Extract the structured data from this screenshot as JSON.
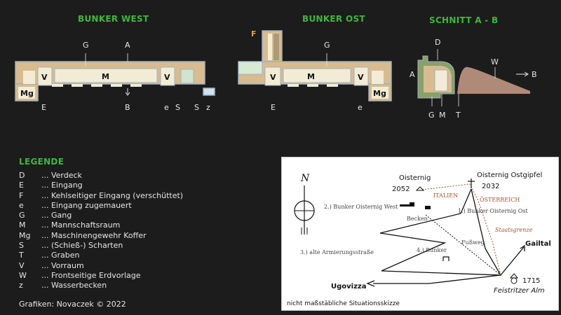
{
  "titles": {
    "west": "BUNKER WEST",
    "ost": "BUNKER OST",
    "schnitt": "SCHNITT A - B"
  },
  "west_labels": {
    "G": "G",
    "A": "A",
    "M": "M",
    "V1": "V",
    "V2": "V",
    "Mg": "Mg",
    "E": "E",
    "B": "B",
    "e": "e",
    "S1": "S",
    "S2": "S",
    "z": "z"
  },
  "ost_labels": {
    "F": "F",
    "G": "G",
    "V1": "V",
    "M": "M",
    "V2": "V",
    "Mg": "Mg",
    "E": "E",
    "e": "e"
  },
  "schnitt_labels": {
    "D": "D",
    "W": "W",
    "A": "A",
    "B": "B",
    "G": "G",
    "M": "M",
    "T": "T"
  },
  "legend": {
    "title": "LEGENDE",
    "items": [
      {
        "key": "D",
        "value": "... Verdeck"
      },
      {
        "key": "E",
        "value": "... Eingang"
      },
      {
        "key": "F",
        "value": "... Kehlseitiger Eingang (verschüttet)"
      },
      {
        "key": "e",
        "value": "... Eingang zugemauert"
      },
      {
        "key": "G",
        "value": "... Gang"
      },
      {
        "key": "M",
        "value": "... Mannschaftsraum"
      },
      {
        "key": "Mg",
        "value": "... Maschinengewehr Koffer"
      },
      {
        "key": "S",
        "value": "... (Schieß-) Scharten"
      },
      {
        "key": "T",
        "value": "... Graben"
      },
      {
        "key": "V",
        "value": "... Vorraum"
      },
      {
        "key": "W",
        "value": "... Frontseitige Erdvorlage"
      },
      {
        "key": "z",
        "value": "... Wasserbecken"
      }
    ]
  },
  "credit": "Grafiken: Novaczek © 2022",
  "sketch": {
    "north": "N",
    "osternig": "Oisternig",
    "osternig_alt": "2052",
    "ostgipfel": "Oisternig  Ostgipfel",
    "ostgipfel_alt": "2032",
    "italien": "ITALIEN",
    "oesterreich": "ÖSTERREICH",
    "bunker_west": "2.) Bunker Oisternig West",
    "bunker_ost": "1.) Bunker Oisternig Ost",
    "becken": "Becken",
    "fussweg": "Fußweg",
    "staatsgrenze": "Staatsgrenze",
    "armierung": "3.) alte Armierungsstraße",
    "bunker4": "4.) Bunker",
    "gailtal": "Gailtal",
    "alm_alt": "1715",
    "alm": "Feistritzer Alm",
    "ugovizza": "Ugovizza",
    "note": "nicht maßstäbliche Situationsskizze"
  },
  "colors": {
    "title_green": "#3db83d",
    "wall": "#d8bb8f",
    "room": "#f2ecd6",
    "outline": "#9fb3bf",
    "earth": "#b08a78"
  }
}
